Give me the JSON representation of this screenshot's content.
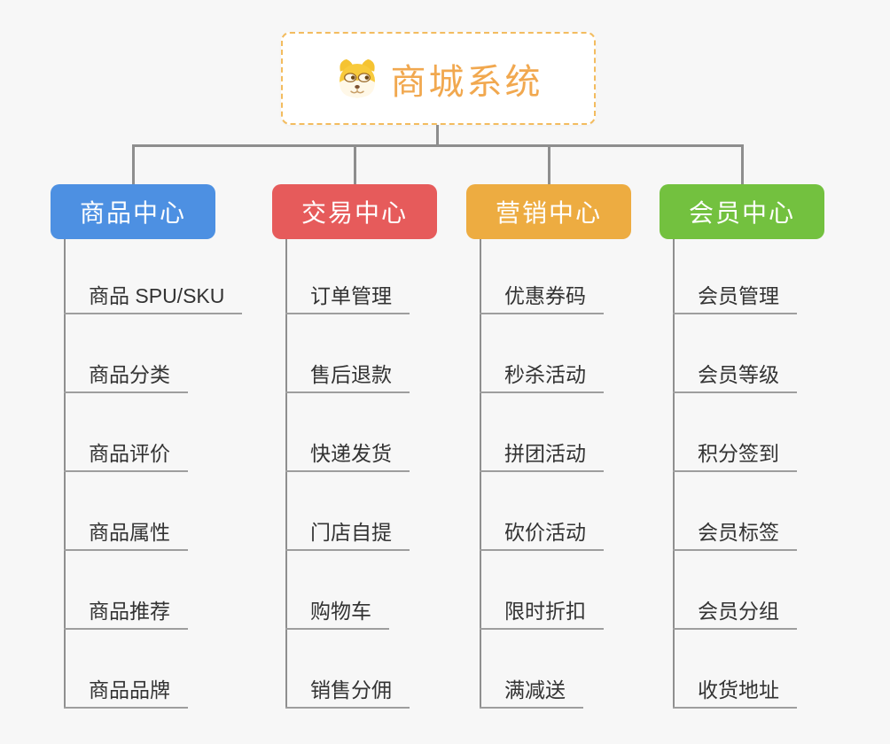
{
  "root": {
    "title": "商城系统",
    "icon": "dog-face-icon",
    "title_color": "#F1A84F",
    "border_color": "#F3BC5F"
  },
  "branches": [
    {
      "slug": "product-center",
      "label": "商品中心",
      "color": "#4D90E2",
      "items": [
        "商品 SPU/SKU",
        "商品分类",
        "商品评价",
        "商品属性",
        "商品推荐",
        "商品品牌"
      ]
    },
    {
      "slug": "trade-center",
      "label": "交易中心",
      "color": "#E65B5B",
      "items": [
        "订单管理",
        "售后退款",
        "快递发货",
        "门店自提",
        "购物车",
        "销售分佣"
      ]
    },
    {
      "slug": "marketing-center",
      "label": "营销中心",
      "color": "#EDAC41",
      "items": [
        "优惠券码",
        "秒杀活动",
        "拼团活动",
        "砍价活动",
        "限时折扣",
        "满减送"
      ]
    },
    {
      "slug": "member-center",
      "label": "会员中心",
      "color": "#73C13F",
      "items": [
        "会员管理",
        "会员等级",
        "积分签到",
        "会员标签",
        "会员分组",
        "收货地址"
      ]
    }
  ],
  "colors": {
    "background": "#F7F7F7",
    "connector": "#8E8E8E",
    "underline": "#9E9E9E",
    "item_text": "#333333",
    "header_text": "#FFFFFF"
  }
}
